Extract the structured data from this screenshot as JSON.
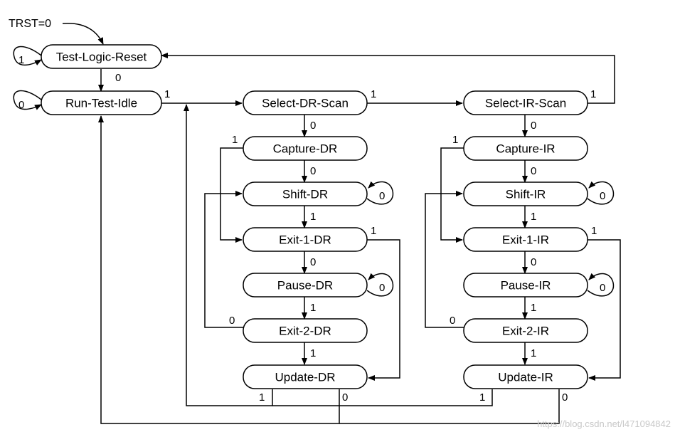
{
  "reset_label": "TRST=0",
  "states": {
    "tlr": "Test-Logic-Reset",
    "rti": "Run-Test-Idle",
    "sdr": "Select-DR-Scan",
    "sir": "Select-IR-Scan",
    "cdr": "Capture-DR",
    "shdr": "Shift-DR",
    "e1dr": "Exit-1-DR",
    "pdr": "Pause-DR",
    "e2dr": "Exit-2-DR",
    "udr": "Update-DR",
    "cir": "Capture-IR",
    "shir": "Shift-IR",
    "e1ir": "Exit-1-IR",
    "pir": "Pause-IR",
    "e2ir": "Exit-2-IR",
    "uir": "Update-IR"
  },
  "edge_labels": {
    "zero": "0",
    "one": "1"
  },
  "watermark": "https://blog.csdn.net/l471094842"
}
